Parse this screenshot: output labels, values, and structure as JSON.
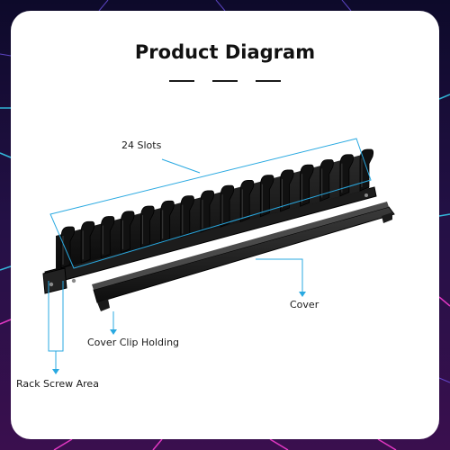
{
  "header": {
    "title": "Product Diagram"
  },
  "callouts": {
    "slots": "24 Slots",
    "cover": "Cover",
    "cover_clip": "Cover Clip Holding",
    "rack_screw": "Rack Screw Area"
  },
  "colors": {
    "background": "#120a24",
    "card": "#ffffff",
    "callout_line": "#29a9e1",
    "product": "#141414"
  }
}
